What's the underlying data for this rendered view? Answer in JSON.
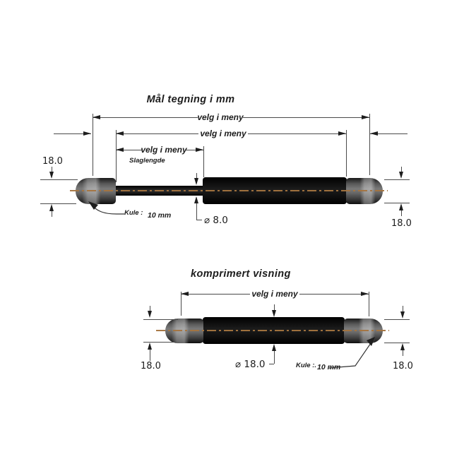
{
  "extended_view": {
    "title": "Mål tegning i mm",
    "dim_total_label": "velg i meny",
    "dim_inner_label": "velg i meny",
    "dim_stroke_label": "velg i meny",
    "stroke_caption": "Slaglengde",
    "left_end_diameter": "18.0",
    "right_end_diameter": "18.0",
    "rod_diameter": "⌀ 8.0",
    "ball_label": "Kule :",
    "ball_size": "10 mm"
  },
  "compressed_view": {
    "title": "komprimert visning",
    "dim_length_label": "velg i meny",
    "left_end_diameter": "18.0",
    "right_end_diameter": "18.0",
    "tube_diameter": "⌀ 18.0",
    "ball_label": "Kule :.",
    "ball_size": "10 mm"
  },
  "colors": {
    "background": "#ffffff",
    "tube": "#0b0b0b",
    "cap_light_band": "#a8a8a8",
    "cap_body": "#5c5c5c",
    "centerline": "#a5743f",
    "dimension_line": "#4a4a4a",
    "arrowhead": "#1e1e1e",
    "text": "#1c1c1c"
  }
}
